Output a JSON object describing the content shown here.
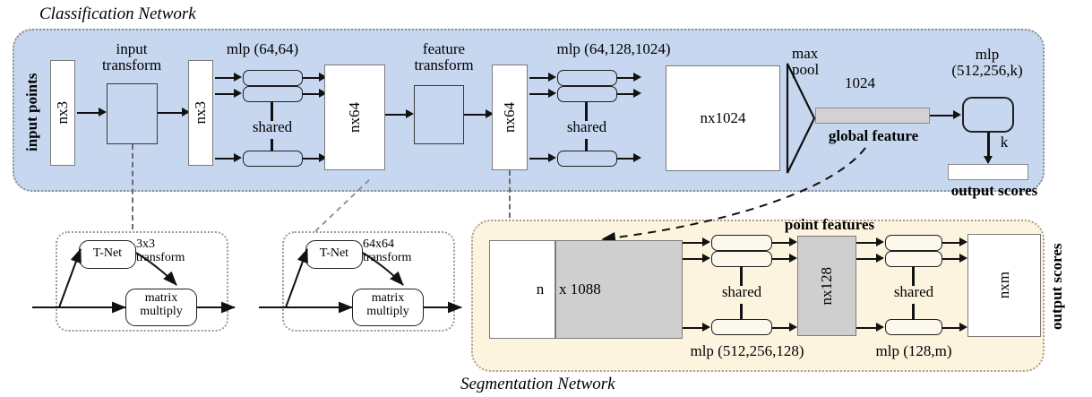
{
  "figure": {
    "classification_title": "Classification Network",
    "segmentation_title": "Segmentation Network",
    "colors": {
      "classification_panel": "#c6d7ef",
      "segmentation_panel": "#fdf4e0",
      "global_feature_bar": "#d2d2d2",
      "point_features_block": "#cfcfcf"
    }
  },
  "classification": {
    "input_points_label": "input points",
    "input_tensor": "nx3",
    "input_transform_label_line1": "input",
    "input_transform_label_line2": "transform",
    "transformed_tensor": "nx3",
    "mlp1_label": "mlp (64,64)",
    "mlp1_shared": "shared",
    "feature_tensor_64": "nx64",
    "feature_transform_label_line1": "feature",
    "feature_transform_label_line2": "transform",
    "feature_tensor_64b": "nx64",
    "mlp2_label": "mlp (64,128,1024)",
    "mlp2_shared": "shared",
    "feature_tensor_1024": "nx1024",
    "maxpool_label_line1": "max",
    "maxpool_label_line2": "pool",
    "global_feature_dim": "1024",
    "global_feature_label": "global feature",
    "mlp3_label_line1": "mlp",
    "mlp3_label_line2": "(512,256,k)",
    "k_label": "k",
    "output_scores_label": "output scores"
  },
  "tnet_input": {
    "tnet_label": "T-Net",
    "transform_line1": "3x3",
    "transform_line2": "transform",
    "matmul_line1": "matrix",
    "matmul_line2": "multiply"
  },
  "tnet_feature": {
    "tnet_label": "T-Net",
    "transform_line1": "64x64",
    "transform_line2": "transform",
    "matmul_line1": "matrix",
    "matmul_line2": "multiply"
  },
  "segmentation": {
    "concat_n": "n",
    "concat_dim": "x 1088",
    "mlp1_label": "mlp (512,256,128)",
    "mlp1_shared": "shared",
    "point_features_label": "point features",
    "feature_tensor_128": "nx128",
    "mlp2_label": "mlp (128,m)",
    "mlp2_shared": "shared",
    "output_tensor": "nxm",
    "output_scores_label": "output scores"
  }
}
